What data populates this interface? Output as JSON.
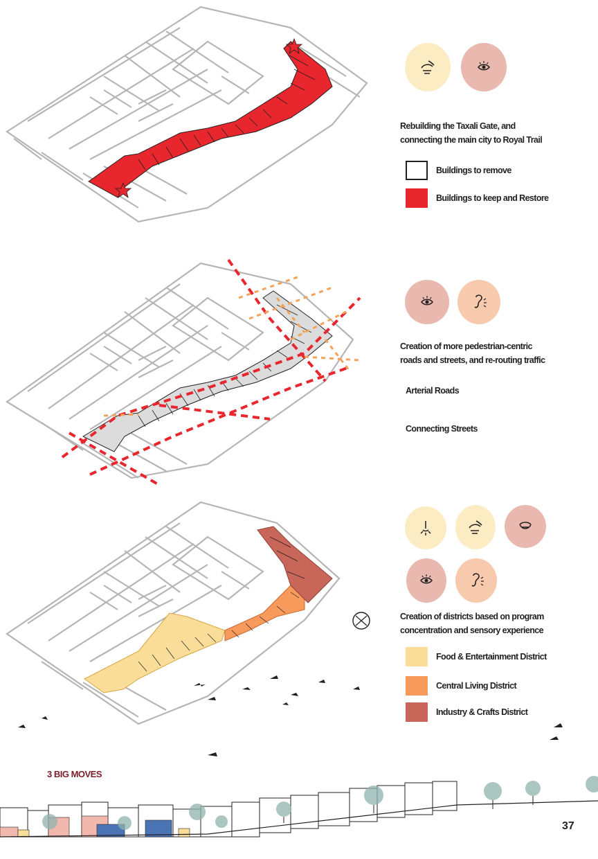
{
  "moves": [
    {
      "caption_line1": "Rebuilding the Taxali Gate, and",
      "caption_line2": "connecting the main city to Royal Trail",
      "senses": [
        "touch-icon",
        "sight-icon"
      ],
      "legend": [
        {
          "label": "Buildings to remove",
          "color": "#ffffff"
        },
        {
          "label": "Buildings to keep and Restore",
          "color": "#e8262d"
        }
      ]
    },
    {
      "caption_line1": "Creation of more pedestrian-centric",
      "caption_line2": "roads and streets, and re-routing traffic",
      "senses": [
        "sight-icon",
        "hearing-icon"
      ],
      "legend": [
        {
          "label": "Arterial Roads"
        },
        {
          "label": "Connecting Streets"
        }
      ]
    },
    {
      "caption_line1": "Creation of districts based on program",
      "caption_line2": "concentration and sensory experience",
      "senses": [
        "smell-icon",
        "touch-icon",
        "taste-icon",
        "sight-icon",
        "hearing-icon"
      ],
      "legend": [
        {
          "label": "Food & Entertainment District",
          "color": "#f9dd98"
        },
        {
          "label": "Central Living District",
          "color": "#f79a5c"
        },
        {
          "label": "Industry & Crafts District",
          "color": "#c9665a"
        }
      ]
    }
  ],
  "colors": {
    "sense_light": "#fbecc4",
    "sense_pink": "#e9b9b0",
    "sense_peach": "#f7c9ad",
    "arterial": "#e8262d",
    "connecting": "#f4a35a",
    "context": "#b5b5b5"
  },
  "footer": {
    "section_title": "3 BIG MOVES",
    "page_number": "37"
  }
}
